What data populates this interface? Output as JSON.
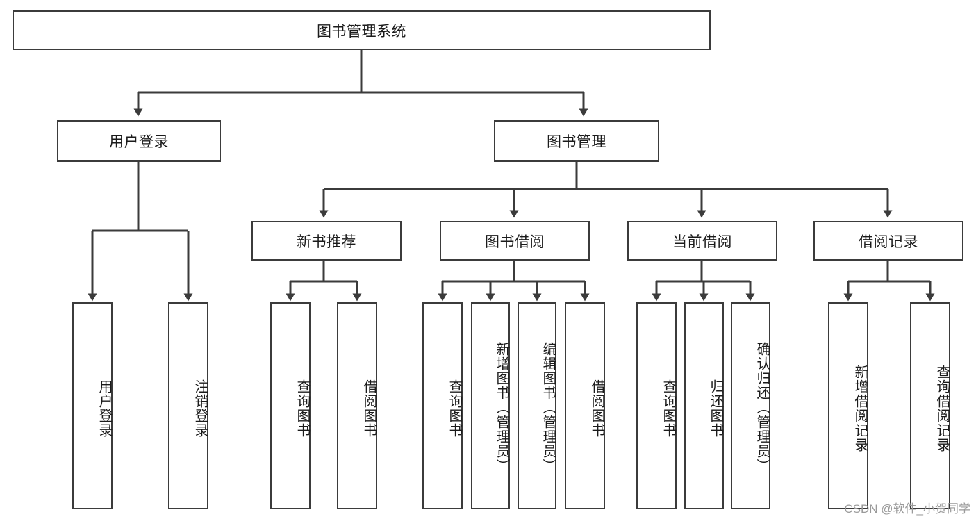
{
  "diagram": {
    "title": "图书管理系统",
    "type": "tree-hierarchy-diagram",
    "colors": {
      "stroke": "#3b3b3b",
      "fill": "#ffffff",
      "text": "#1b1b1b",
      "watermark": "#9a9a9a"
    },
    "nodes": {
      "root": {
        "label": "图书管理系统",
        "level": 0,
        "orientation": "horizontal"
      },
      "n_user_login": {
        "label": "用户登录",
        "level": 1,
        "orientation": "horizontal"
      },
      "n_book_manage": {
        "label": "图书管理",
        "level": 1,
        "orientation": "horizontal"
      },
      "n_new_book_rec": {
        "label": "新书推荐",
        "level": 2,
        "orientation": "horizontal"
      },
      "n_book_borrow": {
        "label": "图书借阅",
        "level": 2,
        "orientation": "horizontal"
      },
      "n_current_borrow": {
        "label": "当前借阅",
        "level": 2,
        "orientation": "horizontal"
      },
      "n_borrow_record": {
        "label": "借阅记录",
        "level": 2,
        "orientation": "horizontal"
      },
      "l_user_login": {
        "label": "用户登录",
        "level": 3,
        "orientation": "vertical"
      },
      "l_logout": {
        "label": "注销登录",
        "level": 3,
        "orientation": "vertical"
      },
      "l_query_book_a": {
        "label": "查询图书",
        "level": 3,
        "orientation": "vertical"
      },
      "l_borrow_book_a": {
        "label": "借阅图书",
        "level": 3,
        "orientation": "vertical"
      },
      "l_query_book_b": {
        "label": "查询图书",
        "level": 3,
        "orientation": "vertical"
      },
      "l_add_book": {
        "label": "新增图书（管理员）",
        "level": 3,
        "orientation": "vertical"
      },
      "l_edit_book": {
        "label": "编辑图书（管理员）",
        "level": 3,
        "orientation": "vertical"
      },
      "l_borrow_book_b": {
        "label": "借阅图书",
        "level": 3,
        "orientation": "vertical"
      },
      "l_query_book_c": {
        "label": "查询图书",
        "level": 3,
        "orientation": "vertical"
      },
      "l_return_book": {
        "label": "归还图书",
        "level": 3,
        "orientation": "vertical"
      },
      "l_confirm_return": {
        "label": "确认归还（管理员）",
        "level": 3,
        "orientation": "vertical"
      },
      "l_add_record": {
        "label": "新增借阅记录",
        "level": 3,
        "orientation": "vertical"
      },
      "l_query_record": {
        "label": "查询借阅记录",
        "level": 3,
        "orientation": "vertical"
      }
    },
    "edges": [
      {
        "from": "root",
        "to": "n_user_login"
      },
      {
        "from": "root",
        "to": "n_book_manage"
      },
      {
        "from": "n_user_login",
        "to": "l_user_login"
      },
      {
        "from": "n_user_login",
        "to": "l_logout"
      },
      {
        "from": "n_book_manage",
        "to": "n_new_book_rec"
      },
      {
        "from": "n_book_manage",
        "to": "n_book_borrow"
      },
      {
        "from": "n_book_manage",
        "to": "n_current_borrow"
      },
      {
        "from": "n_book_manage",
        "to": "n_borrow_record"
      },
      {
        "from": "n_new_book_rec",
        "to": "l_query_book_a"
      },
      {
        "from": "n_new_book_rec",
        "to": "l_borrow_book_a"
      },
      {
        "from": "n_book_borrow",
        "to": "l_query_book_b"
      },
      {
        "from": "n_book_borrow",
        "to": "l_add_book"
      },
      {
        "from": "n_book_borrow",
        "to": "l_edit_book"
      },
      {
        "from": "n_book_borrow",
        "to": "l_borrow_book_b"
      },
      {
        "from": "n_current_borrow",
        "to": "l_query_book_c"
      },
      {
        "from": "n_current_borrow",
        "to": "l_return_book"
      },
      {
        "from": "n_current_borrow",
        "to": "l_confirm_return"
      },
      {
        "from": "n_borrow_record",
        "to": "l_add_record"
      },
      {
        "from": "n_borrow_record",
        "to": "l_query_record"
      }
    ]
  },
  "watermark": {
    "text": "CSDN @软件_小贺同学"
  }
}
